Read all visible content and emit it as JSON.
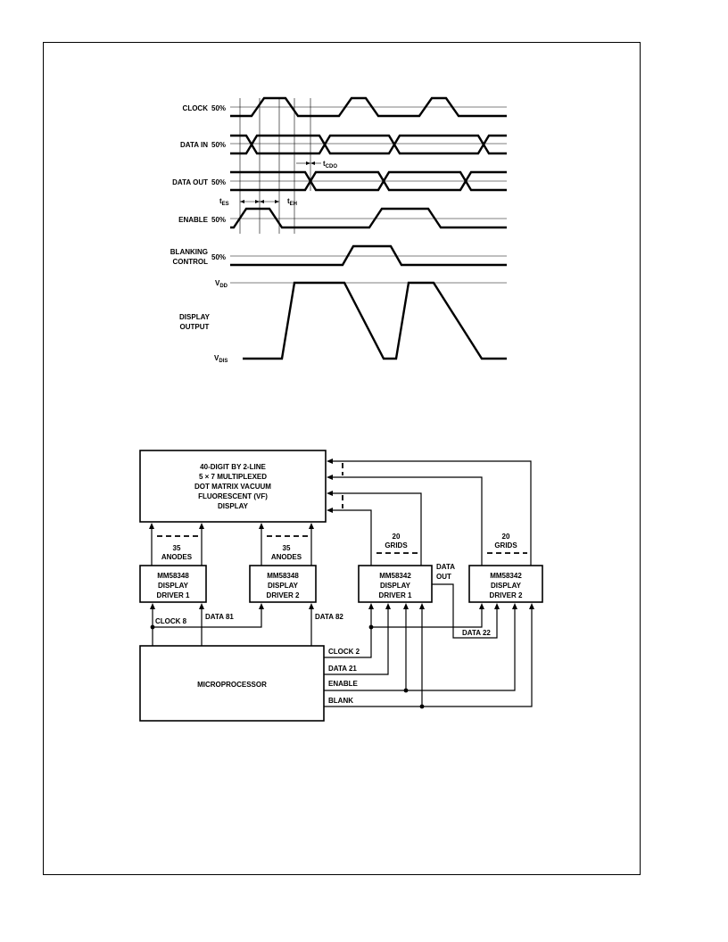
{
  "timing_diagram": {
    "signals": [
      {
        "name": "CLOCK",
        "level": "50%"
      },
      {
        "name": "DATA IN",
        "level": "50%"
      },
      {
        "name": "DATA OUT",
        "level": "50%"
      },
      {
        "name": "ENABLE",
        "level": "50%"
      },
      {
        "name": "BLANKING",
        "name2": "CONTROL",
        "level": "50%"
      }
    ],
    "display_output": {
      "line1": "DISPLAY",
      "line2": "OUTPUT",
      "vdd": "V",
      "vdd_sub": "DD",
      "vdis": "V",
      "vdis_sub": "DIS"
    },
    "params": {
      "tcdo": "t",
      "tcdo_sub": "CDO",
      "tes": "t",
      "tes_sub": "ES",
      "teh": "t",
      "teh_sub": "EH"
    }
  },
  "block_diagram": {
    "display_box": [
      "40-DIGIT BY 2-LINE",
      "5 × 7 MULTIPLEXED",
      "DOT MATRIX VACUUM",
      "FLUORESCENT (VF)",
      "DISPLAY"
    ],
    "driver_a1": [
      "MM58348",
      "DISPLAY",
      "DRIVER 1"
    ],
    "driver_a2": [
      "MM58348",
      "DISPLAY",
      "DRIVER 2"
    ],
    "driver_g1": [
      "MM58342",
      "DISPLAY",
      "DRIVER 1"
    ],
    "driver_g2": [
      "MM58342",
      "DISPLAY",
      "DRIVER 2"
    ],
    "anodes_1": [
      "35",
      "ANODES"
    ],
    "anodes_2": [
      "35",
      "ANODES"
    ],
    "grids_1": [
      "20",
      "GRIDS"
    ],
    "grids_2": [
      "20",
      "GRIDS"
    ],
    "data_out": [
      "DATA",
      "OUT"
    ],
    "microprocessor": "MICROPROCESSOR",
    "wires": {
      "clock8": "CLOCK 8",
      "data81": "DATA 81",
      "data82": "DATA 82",
      "clock2": "CLOCK 2",
      "data21": "DATA 21",
      "enable": "ENABLE",
      "blank": "BLANK",
      "data22": "DATA 22"
    }
  }
}
